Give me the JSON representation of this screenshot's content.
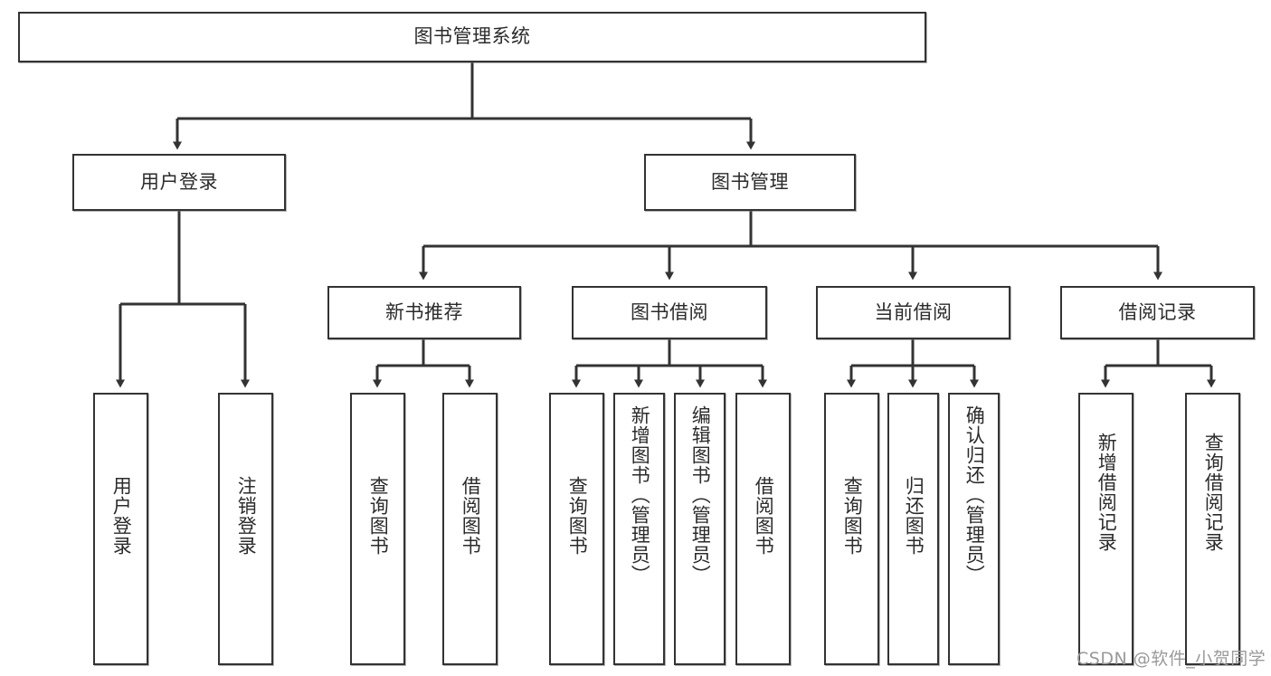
{
  "diagram": {
    "type": "tree-hierarchy-chart",
    "title": "图书管理系统",
    "background_color": "#ffffff",
    "box_border_color": "#333333",
    "connector_color": "#333333",
    "text_color": "#2b2b2b"
  },
  "root": {
    "label": "图书管理系统"
  },
  "level2": [
    {
      "label": "用户登录"
    },
    {
      "label": "图书管理"
    }
  ],
  "level3": [
    {
      "label": "新书推荐"
    },
    {
      "label": "图书借阅"
    },
    {
      "label": "当前借阅"
    },
    {
      "label": "借阅记录"
    }
  ],
  "leaves": {
    "user_login": [
      {
        "label": "用户登录"
      },
      {
        "label": "注销登录"
      }
    ],
    "new_book_recommend": [
      {
        "label": "查询图书"
      },
      {
        "label": "借阅图书"
      }
    ],
    "book_borrow": [
      {
        "label": "查询图书"
      },
      {
        "label": "新增图书（管理员）"
      },
      {
        "label": "编辑图书（管理员）"
      },
      {
        "label": "借阅图书"
      }
    ],
    "current_borrow": [
      {
        "label": "查询图书"
      },
      {
        "label": "归还图书"
      },
      {
        "label": "确认归还（管理员）"
      }
    ],
    "borrow_record": [
      {
        "label": "新增借阅记录"
      },
      {
        "label": "查询借阅记录"
      }
    ]
  },
  "watermark": {
    "text": "CSDN @软件_小贺同学"
  }
}
